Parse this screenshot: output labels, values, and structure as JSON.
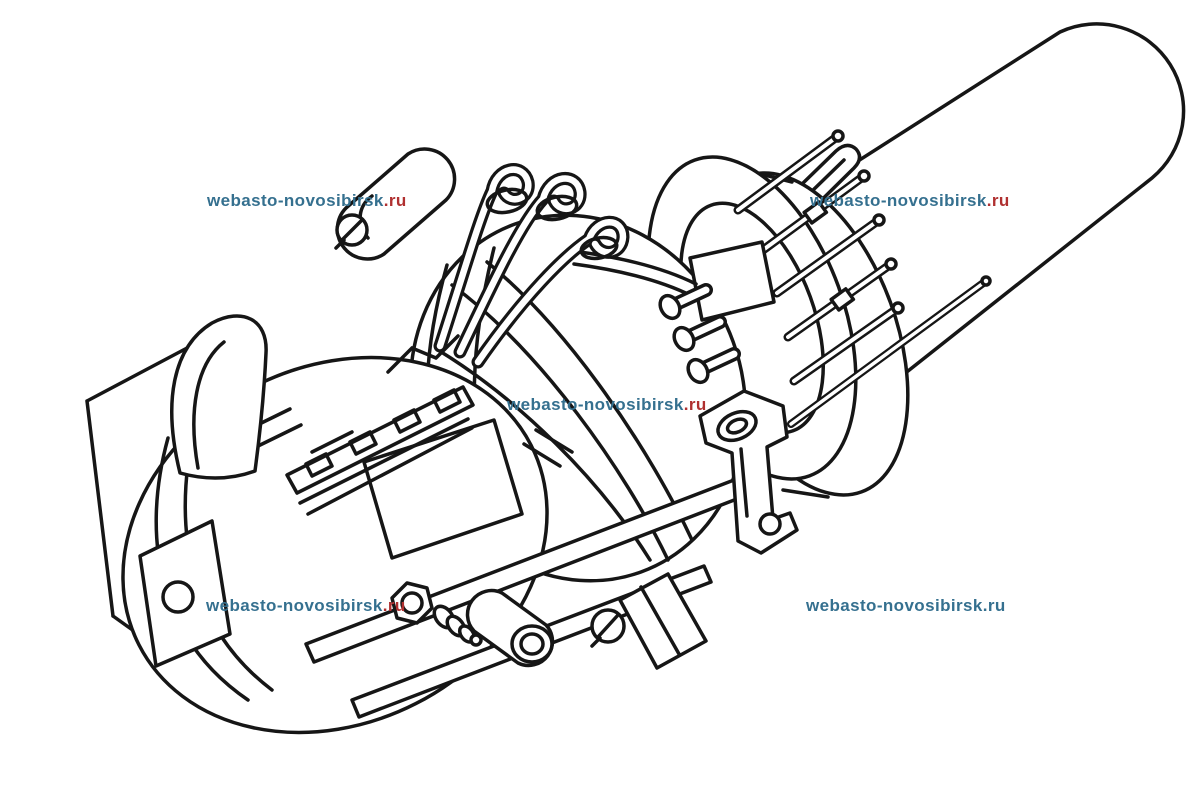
{
  "page": {
    "background_color": "#ffffff",
    "description": "Technical line drawing of a Webasto burner / heater unit"
  },
  "drawing": {
    "stroke_color": "#161616",
    "fill_color": "#ffffff",
    "parts": [
      "rear-mounting-plate",
      "blower-motor-housing",
      "curved-control-cover",
      "slotted-vent-rail",
      "solenoid-cylinder",
      "combustion-dome-housing",
      "fuel-hoses-with-curled-fittings",
      "injector-plug-plate",
      "mounting-flange-disc",
      "flange-studs",
      "burner-tube",
      "lifting-handle",
      "side-mounting-bracket",
      "hex-fuel-fitting",
      "silencer-cylinder",
      "support-rails"
    ]
  },
  "watermarks": {
    "main_color": "#35708f",
    "red_suffix_color": "#b03030",
    "items": [
      {
        "id": "top-left",
        "main": "webasto-novosibirsk",
        "suffix": ".ru",
        "suffix_color": "#b03030"
      },
      {
        "id": "top-right",
        "main": "webasto-novosibirsk",
        "suffix": ".ru",
        "suffix_color": "#b03030"
      },
      {
        "id": "center",
        "main": "webasto-novosibirsk",
        "suffix": ".ru",
        "suffix_color": "#b03030"
      },
      {
        "id": "bottom-left",
        "main": "webasto-novosibirsk",
        "suffix": ".ru",
        "suffix_color": "#b03030"
      },
      {
        "id": "bottom-right",
        "main": "webasto-novosibirsk",
        "suffix": ".ru",
        "suffix_color": "#35708f"
      }
    ]
  }
}
